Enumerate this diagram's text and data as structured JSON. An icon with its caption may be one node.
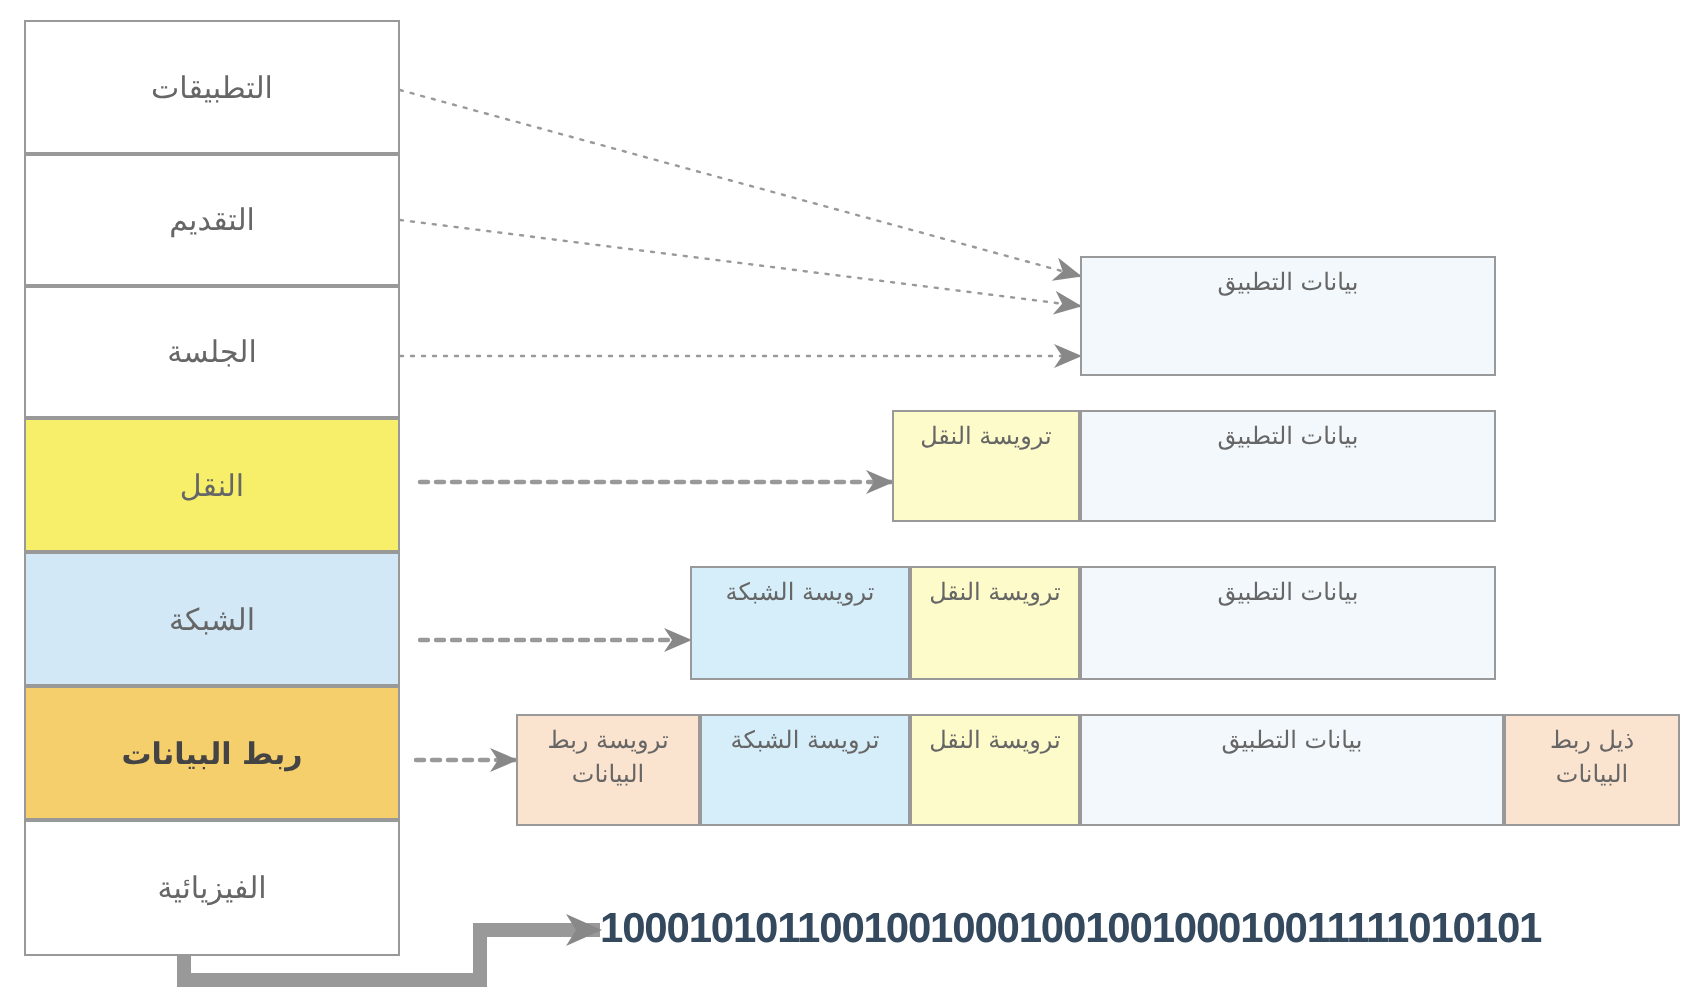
{
  "diagram": {
    "nodes": [
      {
        "text": [
          "التطبيقات"
        ]
      },
      {
        "text": [
          "التقديم"
        ]
      },
      {
        "text": [
          "الجلسة"
        ]
      },
      {
        "text": [
          "النقل"
        ]
      },
      {
        "text": [
          "الشبكة"
        ]
      },
      {
        "text": [
          "ربط البيانات"
        ]
      },
      {
        "text": [
          "الفيزيائية"
        ]
      },
      {
        "text": [
          "بيانات التطبيق"
        ]
      },
      {
        "text": [
          "ترويسة النقل"
        ]
      },
      {
        "text": [
          "بيانات التطبيق"
        ]
      },
      {
        "text": [
          "ترويسة الشبكة"
        ]
      },
      {
        "text": [
          "ترويسة النقل"
        ]
      },
      {
        "text": [
          "بيانات التطبيق"
        ]
      },
      {
        "text": [
          "ترويسة ربط البيانات"
        ]
      },
      {
        "text": [
          "ترويسة الشبكة"
        ]
      },
      {
        "text": [
          "ترويسة النقل"
        ]
      },
      {
        "text": [
          "بيانات التطبيق"
        ]
      },
      {
        "text": [
          "ذيل ربط البيانات"
        ]
      },
      {
        "text": [
          "1000101011001001000100100100010011111010101"
        ]
      }
    ],
    "edges": [
      {
        "from": 0,
        "to": 7,
        "arrow": "to",
        "style": "dashed"
      },
      {
        "from": 1,
        "to": 7,
        "arrow": "to",
        "style": "dashed"
      },
      {
        "from": 2,
        "to": 7,
        "arrow": "to",
        "style": "dashed"
      },
      {
        "from": 3,
        "to": 8,
        "arrow": "to",
        "style": "dashed"
      },
      {
        "from": 4,
        "to": 10,
        "arrow": "to",
        "style": "dashed"
      },
      {
        "from": 5,
        "to": 13,
        "arrow": "to",
        "style": "dashed"
      },
      {
        "from": 6,
        "to": 18,
        "arrow": "to",
        "style": "thick"
      }
    ]
  }
}
